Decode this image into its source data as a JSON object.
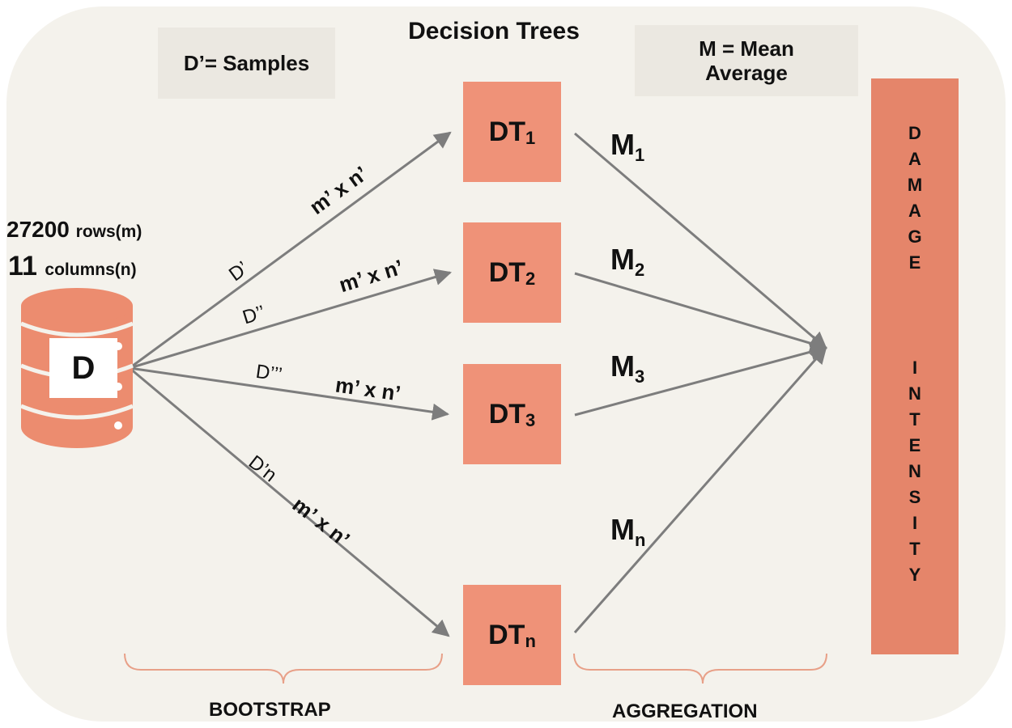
{
  "title": "Decision Trees",
  "legend_samples": "D’= Samples",
  "legend_mean_line1": "M =  Mean",
  "legend_mean_line2": "Average",
  "dataset": {
    "rows_value": "27200",
    "rows_label": "rows(m)",
    "cols_value": "11",
    "cols_label": "columns(n)",
    "db_label": "D"
  },
  "samples": [
    "D’",
    "D’’",
    "D’’’",
    "D’n"
  ],
  "sample_size": "m’ x n’",
  "trees": [
    {
      "base": "DT",
      "sub": "1"
    },
    {
      "base": "DT",
      "sub": "2"
    },
    {
      "base": "DT",
      "sub": "3"
    },
    {
      "base": "DT",
      "sub": "n"
    }
  ],
  "means": [
    {
      "base": "M",
      "sub": "1"
    },
    {
      "base": "M",
      "sub": "2"
    },
    {
      "base": "M",
      "sub": "3"
    },
    {
      "base": "M",
      "sub": "n"
    }
  ],
  "output_word1": "DAMAGE",
  "output_word2": "INTENSITY",
  "phase_bootstrap": "BOOTSTRAP",
  "phase_aggregation": "AGGREGATION",
  "colors": {
    "panel": "#f4f2ec",
    "legend_box": "#ebe8e1",
    "tree_box": "#ef9278",
    "output_bar": "#e5856a",
    "database": "#ec8c6f",
    "arrow": "#7d7d7d",
    "brace": "#e8a088"
  }
}
